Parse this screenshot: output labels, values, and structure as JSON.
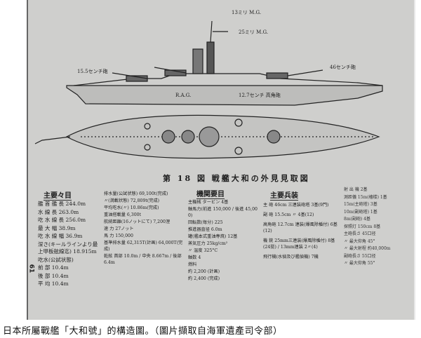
{
  "figure": {
    "title": "第 18 図 戦艦大和の外見見取図",
    "page_number": "61",
    "main_dims": {
      "heading": "主要々目",
      "rows": [
        "艦 首 艦 長  244.0m",
        "水 線 長  263.0m",
        "吃 水 線 長  256.0m",
        "最 大 幅  38.9m",
        "吃 水 線 幅  36.9m",
        "深さ(キールラインより最上甲板舷線迄)  18.915m",
        "吃水(公試状態)",
        "前 部  10.4m",
        "後 部  10.4m",
        "平 均  10.4m"
      ]
    },
    "displacement": {
      "rows": [
        "排水量(公試状態)  69,100t(完成)",
        "〃(満載状態)  72,809t(完成)",
        "平均吃水(〃)  10.86m(完成)",
        "重油搭載量  6,300t",
        "航続距離(16ノットにて)  7,200浬",
        "速 力  27ノット",
        "馬 力  150,000",
        "基準排水量  62,315T(計画) 64,000T(完成)",
        "乾舷 首部 10.0m / 中央 8.667m / 後部 6.4m"
      ]
    },
    "machinery": {
      "heading": "機関要目",
      "rows": [
        "主機械 タービン 4基",
        "軸馬力(前進 150,000 / 後進 45,000)",
        "回転数(毎分) 225",
        "推進器直径 6.0m",
        "罐(艦本式重油専焼) 12基",
        "蒸気圧力 25kg/cm²",
        "〃 温度 325°C",
        "軸数 4",
        "燃料",
        "約 2,200 (計画)",
        "約 2,400 (完成)"
      ]
    },
    "armament": {
      "heading": "主要兵装",
      "rows": [
        "主 砲  46cm 三連装砲塔 3基(9門)",
        "副 砲  15.5cm 〃 4基(12)",
        "高角砲  12.7cm 連装(爆風除楯付) 6基(12)",
        "機 銃  25mm三連装(爆風除楯付) 8基(24挺) / 13mm連装 2〃(4)",
        "飛行機(水偵及び艦偵機) 7機"
      ]
    },
    "other": {
      "rows": [
        "射 出 機  2基",
        "測距儀 15m(檣楼) 1基",
        "15m(主砲塔) 3基",
        "10m(副砲塔) 1基",
        "8m(副砲) 4基",
        "探照灯 150cm 8基",
        "主砲長さ  45口径",
        "〃 最大仰角  45°",
        "〃 最大射程  約40,000m",
        "副砲長さ  55口径",
        "〃 最大仰角  55°"
      ]
    },
    "ship_labels": [
      "13ミリ M.G.",
      "25ミリ M.G.",
      "15.5センチ砲",
      "46センチ砲",
      "12.7センチ 高角砲",
      "R.A.G."
    ]
  },
  "caption": "日本所屬戰艦「大和號」的構造圖。（圖片擷取自海軍遺產司令部）"
}
